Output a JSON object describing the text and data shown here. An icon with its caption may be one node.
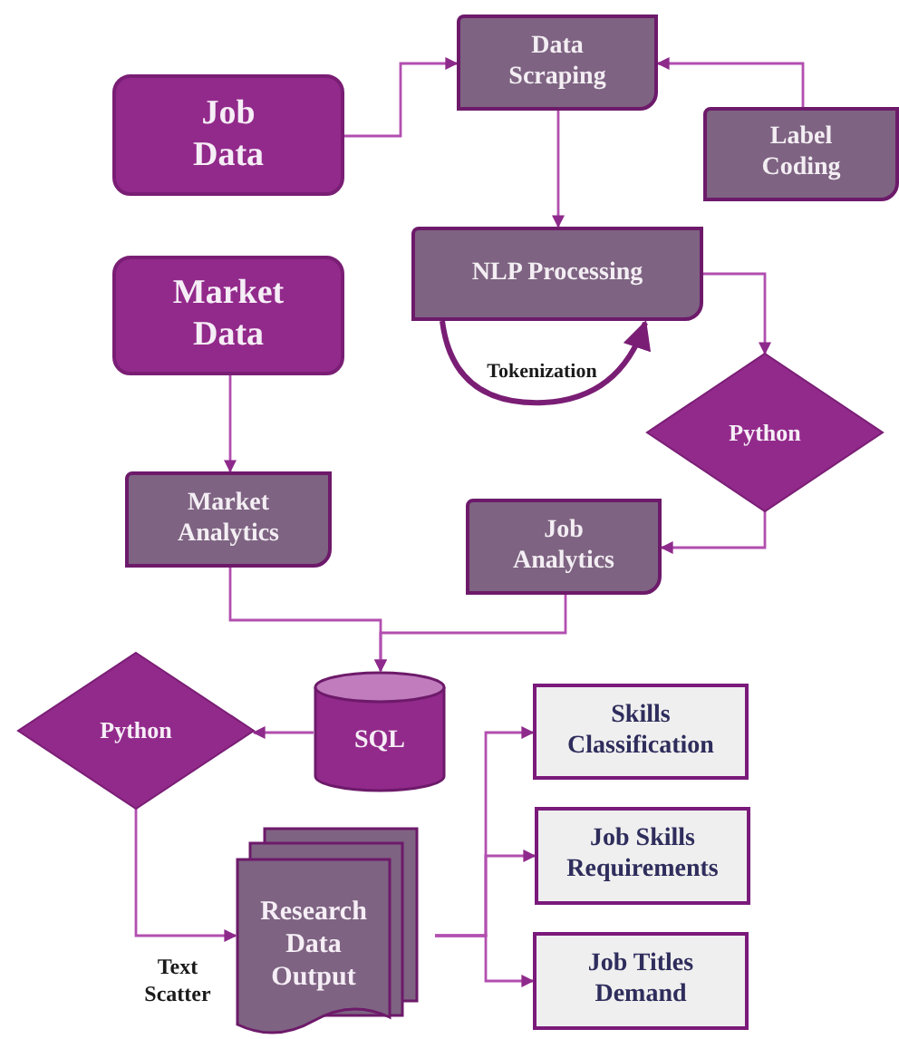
{
  "diagram": {
    "nodes": [
      {
        "text": [
          "Job Data"
        ]
      },
      {
        "text": [
          "Data Scraping"
        ]
      },
      {
        "text": [
          "Label Coding"
        ]
      },
      {
        "text": [
          "Market Data"
        ]
      },
      {
        "text": [
          "NLP Processing"
        ]
      },
      {
        "text": [
          "Python"
        ]
      },
      {
        "text": [
          "Market Analytics"
        ]
      },
      {
        "text": [
          "Job Analytics"
        ]
      },
      {
        "text": [
          "SQL"
        ]
      },
      {
        "text": [
          "Python"
        ]
      },
      {
        "text": [
          "Research Data Output"
        ]
      },
      {
        "text": [
          "Skills Classification"
        ]
      },
      {
        "text": [
          "Job Skills Requirements"
        ]
      },
      {
        "text": [
          "Job Titles Demand"
        ]
      }
    ],
    "edges": [
      {
        "from": 0,
        "to": 1,
        "arrow": "to"
      },
      {
        "from": 2,
        "to": 1,
        "arrow": "to"
      },
      {
        "from": 1,
        "to": 4,
        "arrow": "to"
      },
      {
        "from": 4,
        "to": 4,
        "arrow": "to",
        "label": "Tokenization",
        "style": "thick",
        "color": "#7a1e75"
      },
      {
        "from": 4,
        "to": 5,
        "arrow": "to"
      },
      {
        "from": 5,
        "to": 7,
        "arrow": "to"
      },
      {
        "from": 3,
        "to": 6,
        "arrow": "to"
      },
      {
        "from": 6,
        "to": 8,
        "arrow": "to"
      },
      {
        "from": 7,
        "to": 8,
        "arrow": "to"
      },
      {
        "from": 8,
        "to": 9,
        "arrow": "to"
      },
      {
        "from": 9,
        "to": 10,
        "arrow": "to",
        "label": "Text Scatter"
      },
      {
        "from": 10,
        "to": 11,
        "arrow": "to"
      },
      {
        "from": 10,
        "to": 12,
        "arrow": "to"
      },
      {
        "from": 10,
        "to": 13,
        "arrow": "to"
      }
    ]
  }
}
